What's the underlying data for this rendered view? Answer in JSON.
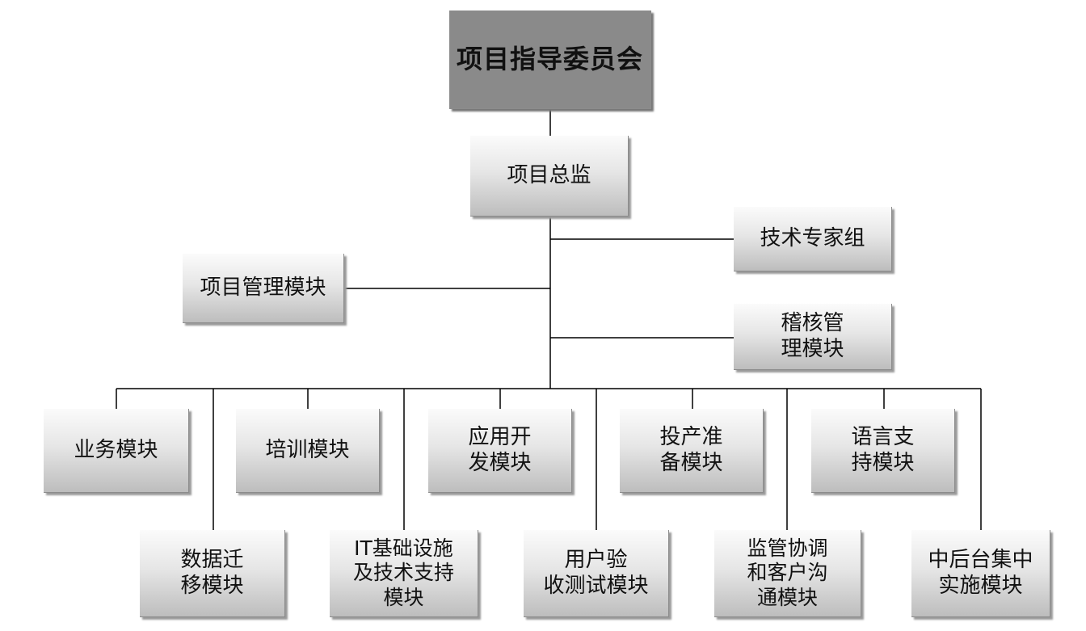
{
  "org": {
    "committee": "项目指导委员会",
    "director": "项目总监",
    "tech_expert_group": "技术专家组",
    "project_management": "项目管理模块",
    "audit_management": "稽核管\n理模块",
    "row1": [
      {
        "id": "business",
        "label": "业务模块"
      },
      {
        "id": "training",
        "label": "培训模块"
      },
      {
        "id": "app-dev",
        "label": "应用开\n发模块"
      },
      {
        "id": "go-live-prep",
        "label": "投产准\n备模块"
      },
      {
        "id": "language-support",
        "label": "语言支\n持模块"
      }
    ],
    "row2": [
      {
        "id": "data-migration",
        "label": "数据迁\n移模块"
      },
      {
        "id": "it-infra",
        "label": "IT基础设施\n及技术支持\n模块"
      },
      {
        "id": "user-acceptance",
        "label": "用户验\n收测试模块"
      },
      {
        "id": "regulatory",
        "label": "监管协调\n和客户沟\n通模块"
      },
      {
        "id": "back-office",
        "label": "中后台集中\n实施模块"
      }
    ]
  }
}
